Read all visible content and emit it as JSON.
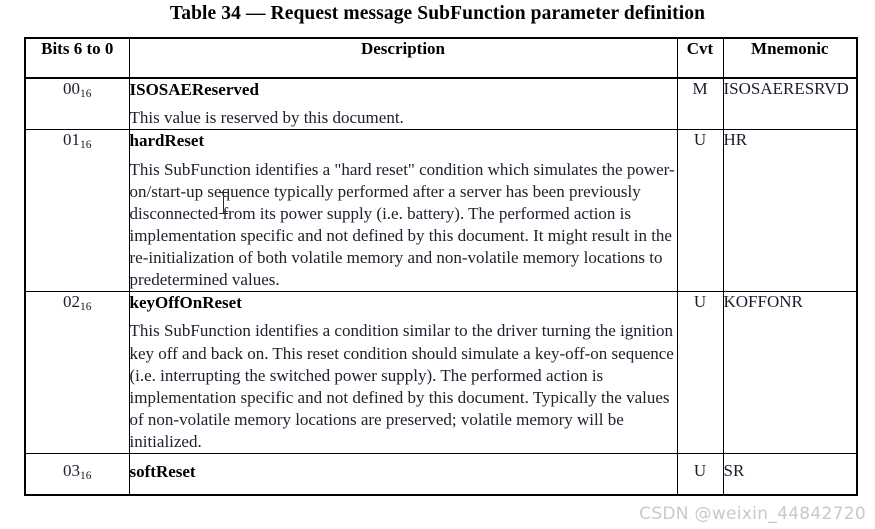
{
  "document": {
    "caption": "Table 34 — Request message SubFunction parameter definition"
  },
  "table": {
    "headers": {
      "bits": "Bits 6 to 0",
      "description": "Description",
      "cvt": "Cvt",
      "mnemonic": "Mnemonic"
    },
    "rows": [
      {
        "bits_value": "00",
        "bits_subscript": "16",
        "name": "ISOSAEReserved",
        "body": "This value is reserved by this document.",
        "cvt": "M",
        "mnemonic": "ISOSAERESRVD"
      },
      {
        "bits_value": "01",
        "bits_subscript": "16",
        "name": "hardReset",
        "body": "This SubFunction identifies a \"hard reset\" condition which simulates the power-on/start-up sequence typically performed after a server has been previously disconnected from its power supply (i.e. battery). The performed action is implementation specific and not defined by this document. It might result in the re-initialization of both volatile memory and non-volatile memory locations to predetermined values.",
        "cvt": "U",
        "mnemonic": "HR"
      },
      {
        "bits_value": "02",
        "bits_subscript": "16",
        "name": "keyOffOnReset",
        "body": "This SubFunction identifies a condition similar to the driver turning the ignition key off and back on. This reset condition should simulate a key-off-on sequence (i.e. interrupting the switched power supply). The performed action is implementation specific and not defined by this document. Typically the values of non-volatile memory locations are preserved; volatile memory will be initialized.",
        "cvt": "U",
        "mnemonic": "KOFFONR"
      },
      {
        "bits_value": "03",
        "bits_subscript": "16",
        "name": "softReset",
        "body": "",
        "cvt": "U",
        "mnemonic": "SR"
      }
    ]
  },
  "watermark": {
    "text": "CSDN @weixin_44842720"
  },
  "colors": {
    "border": "#000000",
    "text": "#1a1a1a",
    "watermark": "#c9c9c9",
    "background": "#ffffff"
  }
}
